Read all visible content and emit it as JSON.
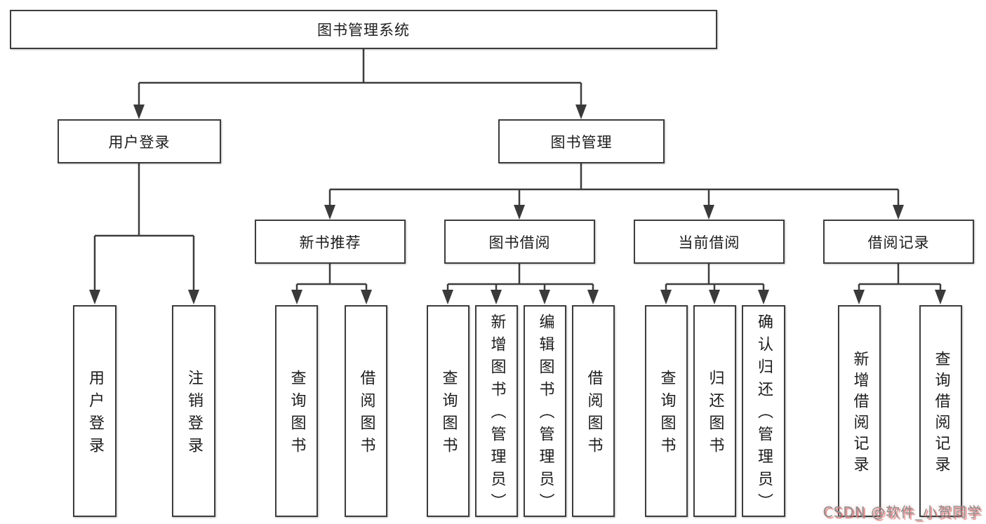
{
  "page": {
    "background": "#ffffff",
    "line_color": "#3d3d3d",
    "box_border_color": "#3d3d3d",
    "text_color": "#1c1c1c"
  },
  "diagram": {
    "type": "hierarchy-tree",
    "root": {
      "label": "图书管理系统",
      "children": [
        {
          "label": "用户登录",
          "children": [
            {
              "label": "用户登录"
            },
            {
              "label": "注销登录"
            }
          ]
        },
        {
          "label": "图书管理",
          "children": [
            {
              "label": "新书推荐",
              "children": [
                {
                  "label": "查询图书"
                },
                {
                  "label": "借阅图书"
                }
              ]
            },
            {
              "label": "图书借阅",
              "children": [
                {
                  "label": "查询图书"
                },
                {
                  "label": "新增图书（管理员）"
                },
                {
                  "label": "编辑图书（管理员）"
                },
                {
                  "label": "借阅图书"
                }
              ]
            },
            {
              "label": "当前借阅",
              "children": [
                {
                  "label": "查询图书"
                },
                {
                  "label": "归还图书"
                },
                {
                  "label": "确认归还（管理员）"
                }
              ]
            },
            {
              "label": "借阅记录",
              "children": [
                {
                  "label": "新增借阅记录"
                },
                {
                  "label": "查询借阅记录"
                }
              ]
            }
          ]
        }
      ]
    }
  },
  "watermark": {
    "text": "CSDN @软件_小贺同学",
    "color": "#8f8f8f",
    "glow_color": "#de6e6e"
  }
}
